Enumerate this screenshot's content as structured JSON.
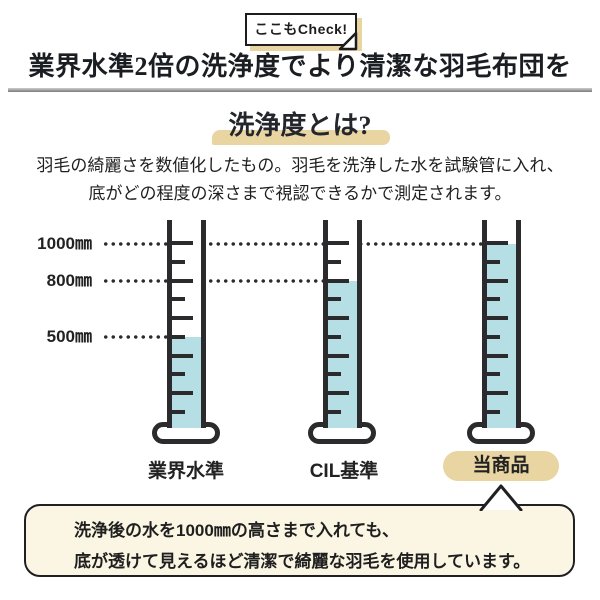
{
  "badge": {
    "label": "ここもCheck!"
  },
  "header": {
    "title": "業界水準2倍の洗浄度でより清潔な羽毛布団を"
  },
  "section": {
    "heading": "洗浄度とは?",
    "description_line1": "羽毛の綺麗さを数値化したもの。羽毛を洗浄した水を試験管に入れ、",
    "description_line2": "底がどの程度の深さまで視認できるかで測定されます。"
  },
  "axis": {
    "t1000": "1000㎜",
    "t800": "800㎜",
    "t500": "500㎜"
  },
  "chart_data": {
    "type": "bar",
    "categories": [
      "業界水準",
      "CIL基準",
      "当商品"
    ],
    "values": [
      500,
      800,
      1000
    ],
    "unit": "mm",
    "ylabel": "",
    "ylim": [
      0,
      1100
    ],
    "tick_labels": [
      "1000㎜",
      "800㎜",
      "500㎜"
    ],
    "highlighted_category": "当商品",
    "legend_position": "none",
    "grid": "dotted leader lines at 500, 800, 1000"
  },
  "tubes": [
    {
      "label": "業界水準",
      "level_mm": 500,
      "highlighted": false
    },
    {
      "label": "CIL基準",
      "level_mm": 800,
      "highlighted": false
    },
    {
      "label": "当商品",
      "level_mm": 1000,
      "highlighted": true
    }
  ],
  "callout": {
    "line1": "洗浄後の水を1000㎜の高さまで入れても、",
    "line2": "底が透けて見えるほど清潔で綺麗な羽毛を使用しています。"
  },
  "colors": {
    "water": "#b5dee5",
    "ink": "#2b2b2e",
    "tan": "#e9d5a2",
    "cream": "#faf6e3"
  }
}
